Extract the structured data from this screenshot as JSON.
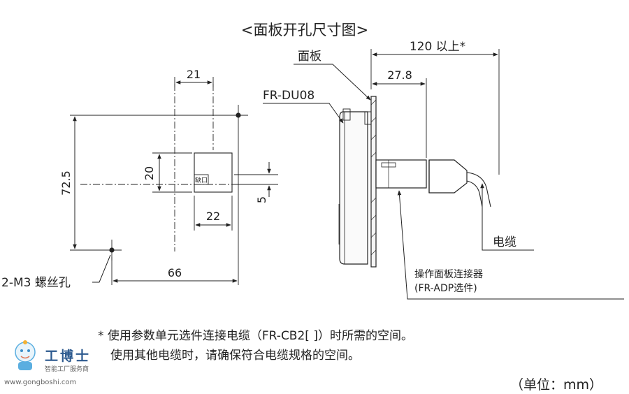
{
  "diagram": {
    "title": "<面板开孔尺寸图>",
    "labels": {
      "dim_21": "21",
      "dim_72_5": "72.5",
      "dim_20": "20",
      "dim_5": "5",
      "dim_22": "22",
      "dim_66": "66",
      "notch": "缺口",
      "screw_holes": "2-M3 螺丝孔",
      "panel": "面板",
      "model": "FR-DU08",
      "dim_120": "120 以上*",
      "dim_27_8": "27.8",
      "cable": "电缆",
      "connector_line1": "操作面板连接器",
      "connector_line2": "(FR-ADP选件)"
    }
  },
  "notes": {
    "line1": "* 使用参数单元选件连接电缆（FR-CB2[ ]）时所需的空间。",
    "line2": "使用其他电缆时，请确保符合电缆规格的空间。",
    "unit": "（单位：mm）"
  },
  "watermark": {
    "name": "工博士",
    "tagline": "智能工厂服务商",
    "url": "www.gongboshi.com"
  }
}
